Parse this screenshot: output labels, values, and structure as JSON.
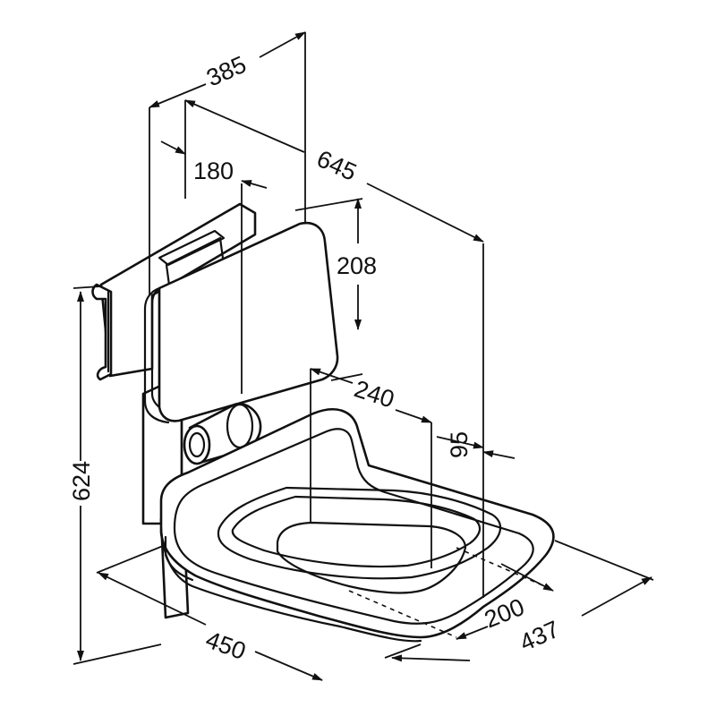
{
  "dimensions": {
    "width_385": "385",
    "depth_645": "645",
    "backrest_offset_180": "180",
    "backrest_height_208": "208",
    "opening_width_240": "240",
    "offset_95": "95",
    "height_624": "624",
    "depth_450": "450",
    "opening_depth_200": "200",
    "seat_width_437": "437"
  },
  "colors": {
    "line": "#111111",
    "background": "#ffffff"
  }
}
